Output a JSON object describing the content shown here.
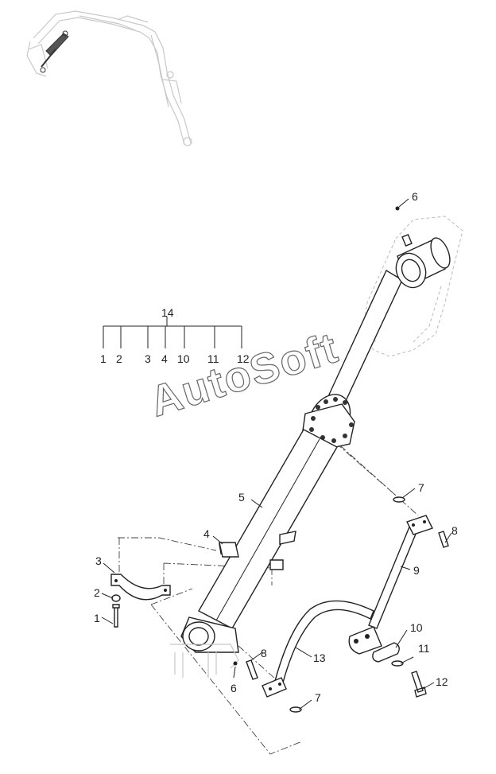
{
  "watermark": "AutoSoft",
  "assembly": {
    "label": "14",
    "items": [
      "1",
      "2",
      "3",
      "4",
      "10",
      "11",
      "12"
    ]
  },
  "callouts": [
    {
      "id": "c-6-top",
      "text": "6"
    },
    {
      "id": "c-7-top",
      "text": "7"
    },
    {
      "id": "c-8-right",
      "text": "8"
    },
    {
      "id": "c-5",
      "text": "5"
    },
    {
      "id": "c-4",
      "text": "4"
    },
    {
      "id": "c-9",
      "text": "9"
    },
    {
      "id": "c-3",
      "text": "3"
    },
    {
      "id": "c-2",
      "text": "2"
    },
    {
      "id": "c-1",
      "text": "1"
    },
    {
      "id": "c-10",
      "text": "10"
    },
    {
      "id": "c-8-bottom",
      "text": "8"
    },
    {
      "id": "c-11",
      "text": "11"
    },
    {
      "id": "c-13",
      "text": "13"
    },
    {
      "id": "c-6-bottom",
      "text": "6"
    },
    {
      "id": "c-12",
      "text": "12"
    },
    {
      "id": "c-7-bottom",
      "text": "7"
    }
  ]
}
